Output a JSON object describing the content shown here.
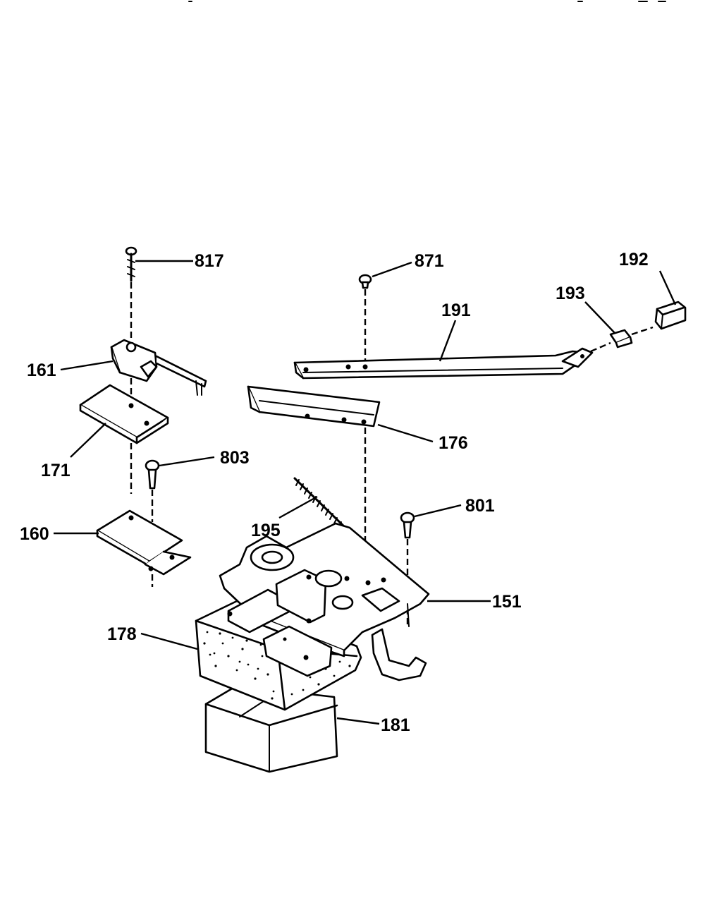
{
  "diagram": {
    "callouts": {
      "c817": "817",
      "c871": "871",
      "c192": "192",
      "c193": "193",
      "c191": "191",
      "c161": "161",
      "c176": "176",
      "c171": "171",
      "c803": "803",
      "c801": "801",
      "c195": "195",
      "c160": "160",
      "c151": "151",
      "c178": "178",
      "c181": "181"
    },
    "colors": {
      "ink": "#000000",
      "paper": "#ffffff"
    }
  }
}
